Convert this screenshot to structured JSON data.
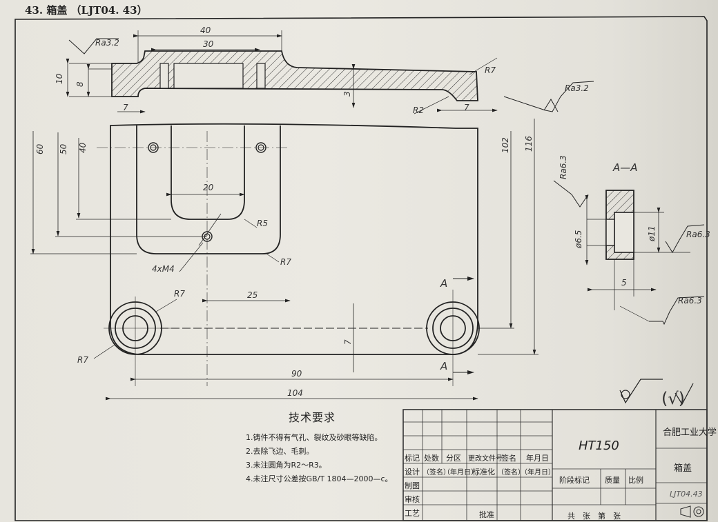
{
  "heading": "43. 箱盖 （LJT04. 43）",
  "top_view": {
    "dims": {
      "d40": "40",
      "d30": "30",
      "d10": "10",
      "d8": "8",
      "d7_left": "7",
      "d3": "3",
      "d7_right": "7",
      "r7_top": "R7",
      "r2": "R2"
    },
    "roughness_left": "Ra3.2",
    "roughness_right": "Ra3.2"
  },
  "plan_view": {
    "dims": {
      "d60": "60",
      "d50": "50",
      "d40": "40",
      "d20": "20",
      "r5": "R5",
      "r7_slot": "R7",
      "thread": "4xM4",
      "d25": "25",
      "r7_boss": "R7",
      "r7_corner": "R7",
      "d7": "7",
      "d90": "90",
      "d104": "104",
      "d102": "102",
      "d116": "116"
    },
    "section_marks": [
      "A",
      "A"
    ]
  },
  "section_view": {
    "title": "A—A",
    "dims": {
      "d65": "ø6.5",
      "d11": "ø11",
      "d5": "5"
    },
    "roughness": [
      "Ra6.3",
      "Ra6.3",
      "Ra6.3"
    ]
  },
  "general_roughness": "(√)",
  "tech_requirements": {
    "title": "技术要求",
    "items": [
      "1.铸件不得有气孔、裂纹及砂眼等缺陷。",
      "2.去除飞边、毛刺。",
      "3.未注圆角为R2～R3。",
      "4.未注尺寸公差按GB/T 1804—2000—c。"
    ]
  },
  "title_block": {
    "row_header": [
      "标记",
      "处数",
      "分区",
      "更改文件号",
      "签名",
      "年月日"
    ],
    "row_design": [
      "设计",
      "（签名）",
      "（年月日）",
      "标准化",
      "（签名）",
      "（年月日）"
    ],
    "row_labels": [
      "制图",
      "审核",
      "工艺"
    ],
    "approve": "批准",
    "material": "HT150",
    "stage": "阶段标记",
    "mass": "质量",
    "scale": "比例",
    "sheets": "共　张　第　张",
    "school": "合肥工业大学",
    "part_name": "箱盖",
    "drawing_no": "LJT04.43"
  }
}
